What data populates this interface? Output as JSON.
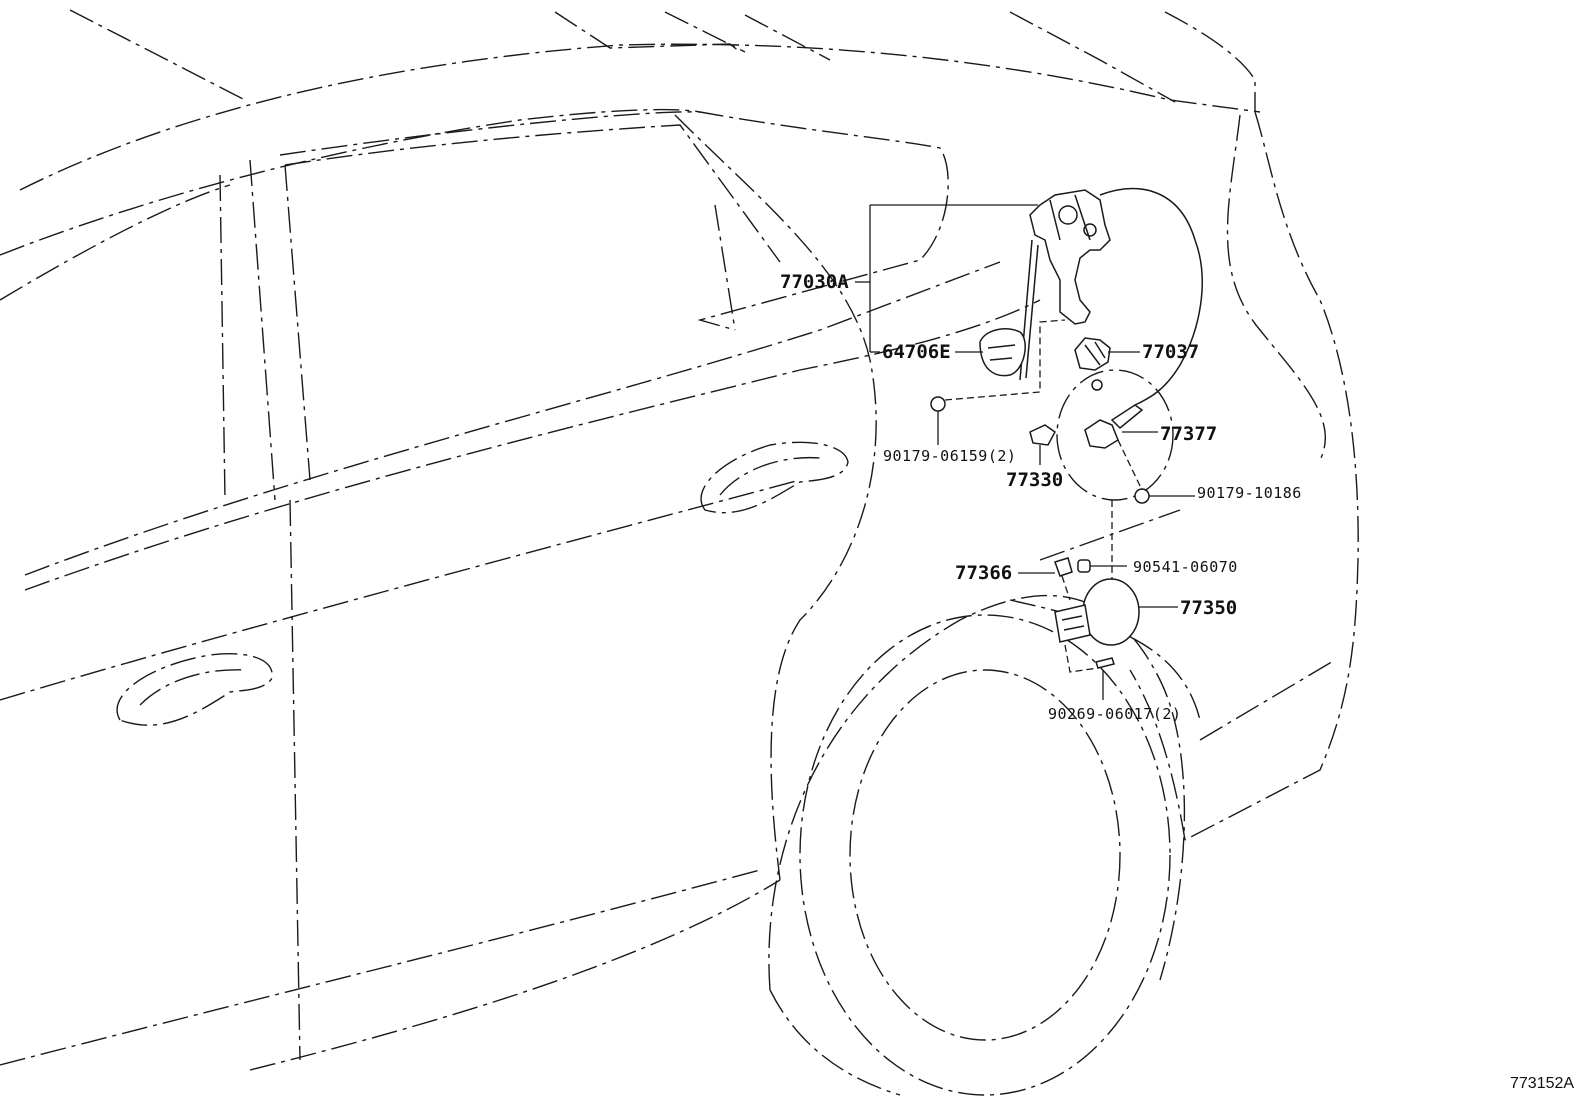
{
  "callouts": {
    "c77030A": "77030A",
    "c64706E": "64706E",
    "c77037": "77037",
    "c77377": "77377",
    "c77330": "77330",
    "c90179_06159": "90179-06159(2)",
    "c90179_10186": "90179-10186",
    "c77366": "77366",
    "c90541_06070": "90541-06070",
    "c77350": "77350",
    "c90269_06017": "90269-06017(2)"
  },
  "figure_id": "773152A"
}
